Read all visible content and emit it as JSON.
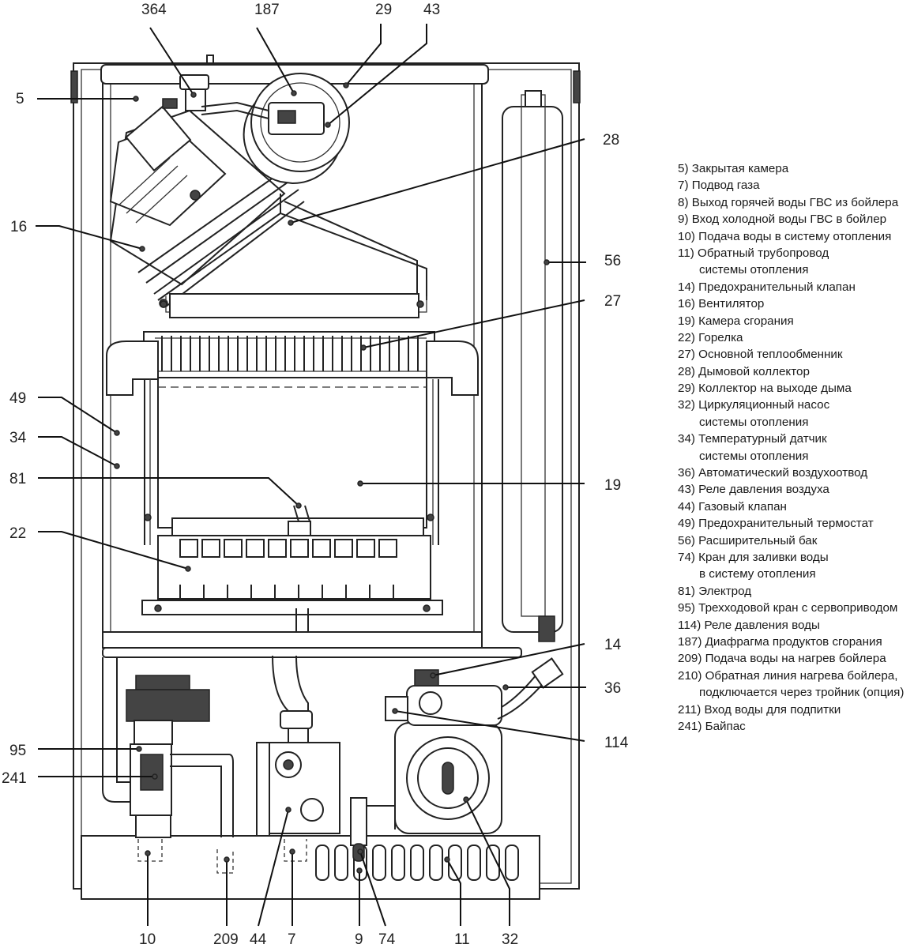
{
  "callouts": {
    "c364": "364",
    "c187": "187",
    "c29": "29",
    "c43": "43",
    "c5": "5",
    "c28": "28",
    "c16": "16",
    "c56": "56",
    "c27": "27",
    "c49": "49",
    "c34": "34",
    "c81": "81",
    "c19": "19",
    "c22": "22",
    "c14": "14",
    "c36": "36",
    "c114": "114",
    "c95": "95",
    "c241": "241",
    "c10": "10",
    "c209": "209",
    "c44": "44",
    "c7": "7",
    "c9": "9",
    "c74": "74",
    "c11": "11",
    "c32": "32"
  },
  "legend": [
    "5) Закрытая камера",
    "7) Подвод газа",
    "8) Выход горячей воды ГВС из бойлера",
    "9) Вход холодной воды ГВС в бойлер",
    "10) Подача воды в систему отопления",
    "11) Обратный трубопровод",
    "системы отопления",
    "14) Предохранительный клапан",
    "16) Вентилятор",
    "19) Камера сгорания",
    "22) Горелка",
    "27) Основной теплообменник",
    "28) Дымовой коллектор",
    "29) Коллектор на выходе дыма",
    "32) Циркуляционный насос",
    "системы отопления",
    "34) Температурный датчик",
    "системы отопления",
    "36) Автоматический воздухоотвод",
    "43) Реле давления воздуха",
    "44) Газовый клапан",
    "49) Предохранительный термостат",
    "56) Расширительный бак",
    "74) Кран для заливки воды",
    "в систему отопления",
    "81) Электрод",
    "95) Трехходовой кран с сервоприводом",
    "114) Реле давления воды",
    "187) Диафрагма продуктов сгорания",
    "209) Подача воды на нагрев бойлера",
    "210) Обратная линия нагрева бойлера,",
    "подключается через тройник (опция)",
    "211) Вход воды для подпитки",
    "241) Байпас"
  ]
}
